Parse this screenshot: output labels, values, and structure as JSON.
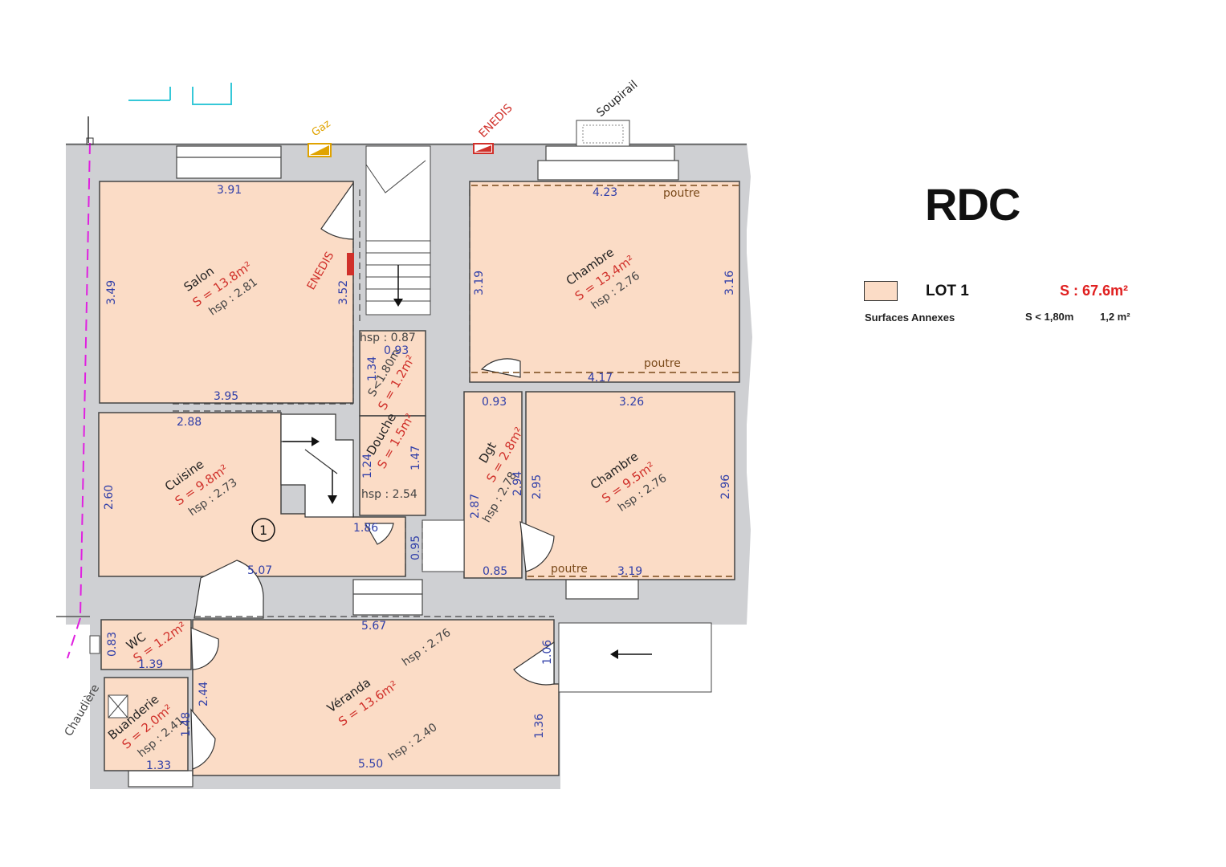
{
  "legend": {
    "level": "RDC",
    "lot_label": "LOT 1",
    "total_area": "S : 67.6m²",
    "annex_label": "Surfaces Annexes",
    "annex_condition": "S < 1,80m",
    "annex_value": "1,2 m²"
  },
  "colors": {
    "room_fill": "#fbdcc6",
    "wall": "#cfd0d3",
    "dimension_text": "#2f3ea8",
    "area_text": "#d0302a"
  },
  "labels": {
    "gaz": "Gaz",
    "enedis": "ENEDIS",
    "soupirail": "Soupirail",
    "chaudiere": "Chaudière",
    "poutre": "poutre",
    "entry_number": "1"
  },
  "rooms": {
    "salon": {
      "name": "Salon",
      "area": "S = 13.8m²",
      "hsp": "hsp : 2.81"
    },
    "chambre1": {
      "name": "Chambre",
      "area": "S = 13.4m²",
      "hsp": "hsp : 2.76"
    },
    "chambre2": {
      "name": "Chambre",
      "area": "S = 9.5m²",
      "hsp": "hsp : 2.76"
    },
    "cuisine": {
      "name": "Cuisine",
      "area": "S = 9.8m²",
      "hsp": "hsp : 2.73"
    },
    "douche": {
      "name": "Douche",
      "area": "S = 1.5m²",
      "hsp": "hsp : 2.54"
    },
    "annexe": {
      "name": "S<1.80m",
      "area": "S = 1.2m²",
      "hsp": "hsp : 0.87"
    },
    "dgt": {
      "name": "Dgt",
      "area": "S = 2.8m²",
      "hsp": "hsp : 2.78"
    },
    "wc": {
      "name": "WC",
      "area": "S = 1.2m²"
    },
    "buanderie": {
      "name": "Buanderie",
      "area": "S = 2.0m²",
      "hsp": "hsp : 2.41"
    },
    "veranda": {
      "name": "Véranda",
      "area": "S = 13.6m²",
      "hsp_top": "hsp : 2.76",
      "hsp_bottom": "hsp : 2.40"
    }
  },
  "dimensions": {
    "salon_top": "3.91",
    "salon_left": "3.49",
    "salon_right": "3.52",
    "salon_bottom": "3.95",
    "ch1_top": "4.23",
    "ch1_left": "3.19",
    "ch1_right": "3.16",
    "ch1_bottom": "4.17",
    "ch2_top": "3.26",
    "ch2_left": "2.95",
    "ch2_right": "2.96",
    "ch2_bottom": "3.19",
    "cuisine_top": "2.88",
    "cuisine_left": "2.60",
    "cuisine_bottom": "5.07",
    "cuisine_step": "1.86",
    "annexe_top": "0.93",
    "annexe_left": "1.34",
    "douche_left": "1.24",
    "douche_right": "1.47",
    "dgt_top": "0.93",
    "dgt_left": "2.87",
    "dgt_right": "2.94",
    "dgt_bottom": "0.85",
    "passage": "0.95",
    "wc_left": "0.83",
    "wc_bottom": "1.39",
    "buand_right": "1.48",
    "buand_bottom": "1.33",
    "veranda_top": "5.67",
    "veranda_left": "2.44",
    "veranda_bottom": "5.50",
    "veranda_right_top": "1.06",
    "veranda_right_bottom": "1.36"
  }
}
